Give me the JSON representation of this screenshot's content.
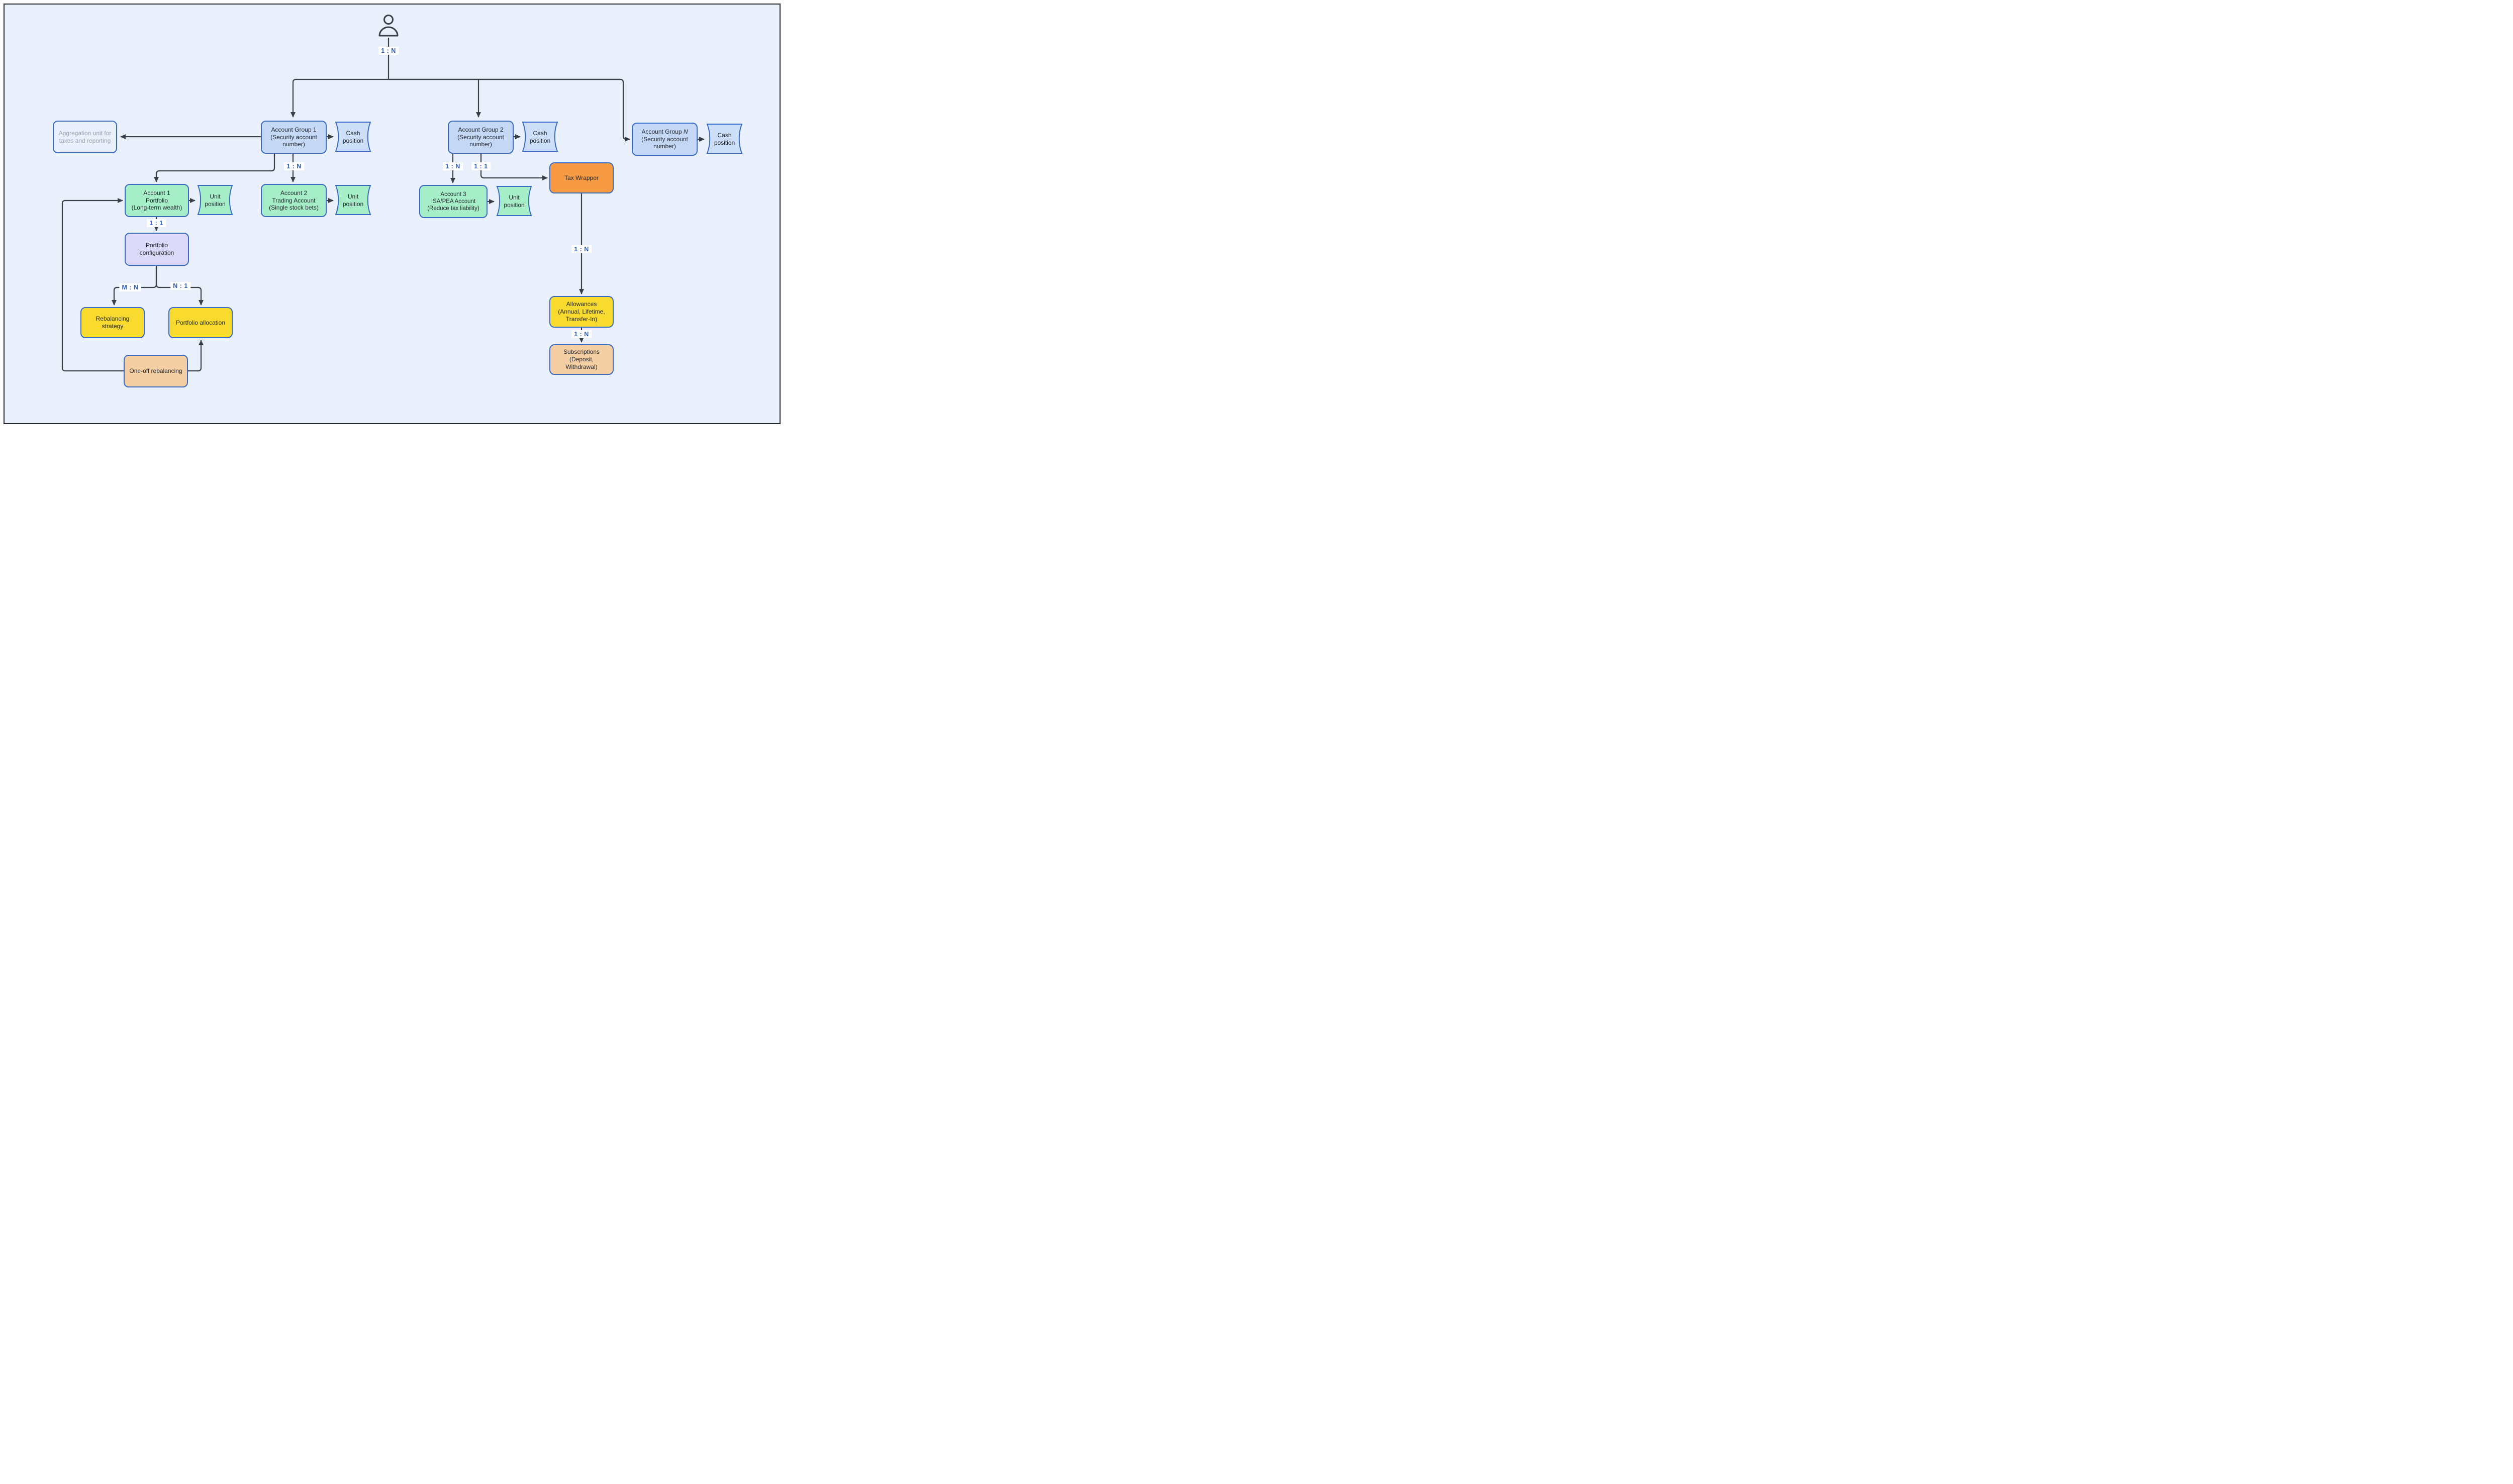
{
  "colors": {
    "background": "#e9effb",
    "frame_border": "#21242b",
    "node_border": "#3a6bc4",
    "blue": "#c5d8f6",
    "blue_doc": "#cddff8",
    "green": "#a6eec7",
    "purple": "#dcd8f7",
    "yellow": "#f8db2e",
    "orange": "#f69b43",
    "peach": "#f5cfa4",
    "line": "#3a3f47",
    "relation_text": "#2d5ec0",
    "ghost_text": "#9ba1ac",
    "node_text": "#23272f"
  },
  "person": {
    "icon": "user-icon",
    "relation": "1 : N"
  },
  "nodes": {
    "aggregation_unit": {
      "label": "Aggregation unit for\ntaxes and reporting"
    },
    "account_group_1": {
      "label": "Account Group 1\n(Security account\nnumber)"
    },
    "cash_position_1": {
      "label": "Cash\nposition"
    },
    "account_group_2": {
      "label": "Account Group 2\n(Security account\nnumber)"
    },
    "cash_position_2": {
      "label": "Cash\nposition"
    },
    "account_group_n": {
      "label": "Account Group N\n(Security account\nnumber)"
    },
    "cash_position_n": {
      "label": "Cash\nposition"
    },
    "account_1": {
      "label": "Account 1\nPortfolio\n(Long-term wealth)"
    },
    "unit_position_1": {
      "label": "Unit\nposition"
    },
    "account_2": {
      "label": "Account 2\nTrading Account\n(Single stock bets)"
    },
    "unit_position_2": {
      "label": "Unit\nposition"
    },
    "account_3": {
      "label": "Account 3\nISA/PEA Account\n(Reduce tax liability)"
    },
    "unit_position_3": {
      "label": "Unit\nposition"
    },
    "tax_wrapper": {
      "label": "Tax Wrapper"
    },
    "portfolio_configuration": {
      "label": "Portfolio\nconfiguration"
    },
    "rebalancing_strategy": {
      "label": "Rebalancing\nstrategy"
    },
    "portfolio_allocation": {
      "label": "Portfolio allocation"
    },
    "one_off_rebalancing": {
      "label": "One-off rebalancing"
    },
    "allowances": {
      "label": "Allowances\n(Annual, Lifetime,\nTransfer-In)"
    },
    "subscriptions": {
      "label": "Subscriptions\n(Deposit,\nWithdrawal)"
    }
  },
  "relations": {
    "user_to_groups": "1 : N",
    "group1_to_account2": "1 : N",
    "group2_to_account3": "1 : N",
    "group2_to_tax_wrapper": "1 : 1",
    "account1_to_configuration": "1 : 1",
    "configuration_to_rebalancing": "M : N",
    "configuration_to_allocation": "N : 1",
    "tax_wrapper_to_allowances": "1 : N",
    "allowances_to_subscriptions": "1 : N"
  },
  "edges": [
    {
      "from": "User",
      "to": "Account Group 1",
      "label": "1 : N"
    },
    {
      "from": "User",
      "to": "Account Group 2",
      "label": "1 : N"
    },
    {
      "from": "User",
      "to": "Account Group N",
      "label": "1 : N"
    },
    {
      "from": "Account Group 1",
      "to": "Aggregation unit for taxes and reporting",
      "label": ""
    },
    {
      "from": "Account Group 1",
      "to": "Cash position",
      "label": ""
    },
    {
      "from": "Account Group 2",
      "to": "Cash position",
      "label": ""
    },
    {
      "from": "Account Group N",
      "to": "Cash position",
      "label": ""
    },
    {
      "from": "Account Group 1",
      "to": "Account 1",
      "label": ""
    },
    {
      "from": "Account Group 1",
      "to": "Account 2",
      "label": "1 : N"
    },
    {
      "from": "Account Group 2",
      "to": "Account 3",
      "label": "1 : N"
    },
    {
      "from": "Account Group 2",
      "to": "Tax Wrapper",
      "label": "1 : 1"
    },
    {
      "from": "Account 1",
      "to": "Unit position",
      "label": ""
    },
    {
      "from": "Account 2",
      "to": "Unit position",
      "label": ""
    },
    {
      "from": "Account 3",
      "to": "Unit position",
      "label": ""
    },
    {
      "from": "Account 1",
      "to": "Portfolio configuration",
      "label": "1 : 1"
    },
    {
      "from": "Portfolio configuration",
      "to": "Rebalancing strategy",
      "label": "M : N"
    },
    {
      "from": "Portfolio configuration",
      "to": "Portfolio allocation",
      "label": "N : 1"
    },
    {
      "from": "One-off rebalancing",
      "to": "Account 1",
      "label": ""
    },
    {
      "from": "One-off rebalancing",
      "to": "Portfolio allocation",
      "label": ""
    },
    {
      "from": "Tax Wrapper",
      "to": "Allowances",
      "label": "1 : N"
    },
    {
      "from": "Allowances",
      "to": "Subscriptions",
      "label": "1 : N"
    }
  ]
}
